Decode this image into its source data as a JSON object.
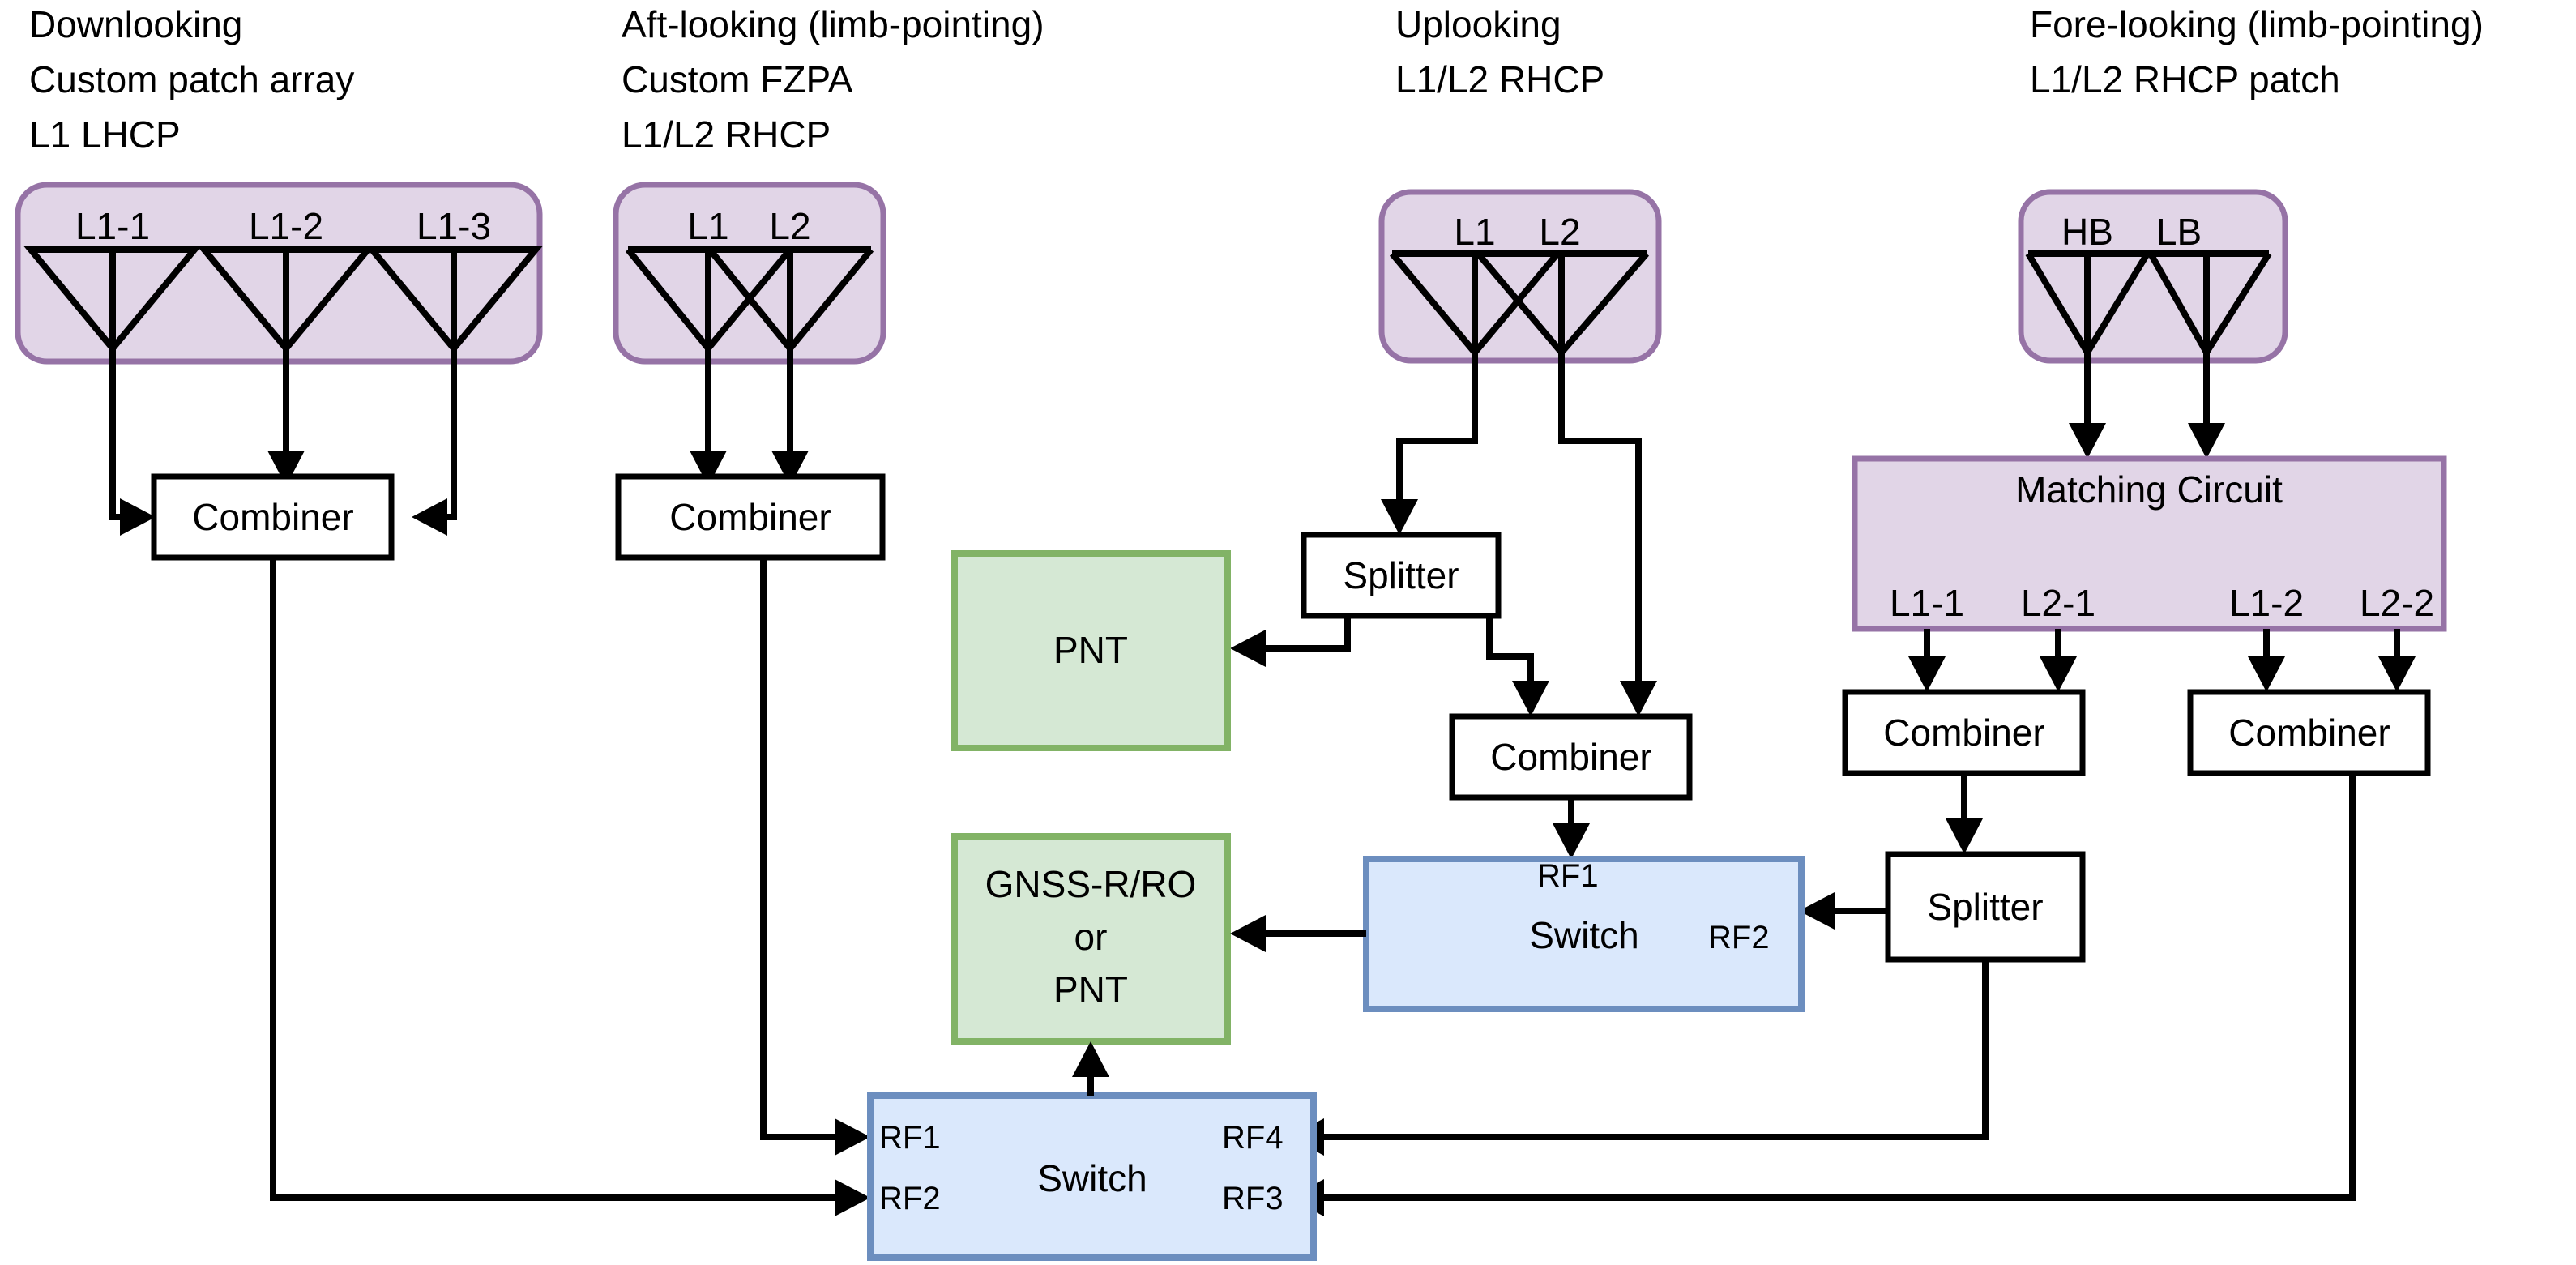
{
  "diagram": {
    "title": "GNSS multi-antenna RF front-end block diagram",
    "colors": {
      "antenna_group_fill": "#e1d5e7",
      "antenna_group_stroke": "#9673a6",
      "receiver_fill": "#d5e8d4",
      "receiver_stroke": "#82b366",
      "switch_fill": "#dae8fc",
      "switch_stroke": "#6c8ebf",
      "wire": "#000000",
      "background": "#ffffff"
    }
  },
  "groups": [
    {
      "id": "downlooking",
      "title_lines": [
        "Downlooking",
        "Custom patch array",
        "L1 LHCP"
      ],
      "antennas": [
        "L1-1",
        "L1-2",
        "L1-3"
      ]
    },
    {
      "id": "aft-looking",
      "title_lines": [
        "Aft-looking (limb-pointing)",
        "Custom FZPA",
        "L1/L2 RHCP"
      ],
      "antennas": [
        "L1",
        "L2"
      ]
    },
    {
      "id": "uplooking",
      "title_lines": [
        "Uplooking",
        "L1/L2 RHCP"
      ],
      "antennas": [
        "L1",
        "L2"
      ]
    },
    {
      "id": "fore-looking",
      "title_lines": [
        "Fore-looking (limb-pointing)",
        "L1/L2 RHCP patch"
      ],
      "antennas": [
        "HB",
        "LB"
      ]
    }
  ],
  "blocks": {
    "combiner_downlooking": {
      "label": "Combiner"
    },
    "combiner_aft": {
      "label": "Combiner"
    },
    "splitter_uplooking": {
      "label": "Splitter"
    },
    "combiner_uplooking": {
      "label": "Combiner"
    },
    "matching_circuit": {
      "label": "Matching Circuit",
      "ports": [
        "L1-1",
        "L2-1",
        "L1-2",
        "L2-2"
      ]
    },
    "combiner_fore_left": {
      "label": "Combiner"
    },
    "combiner_fore_right": {
      "label": "Combiner"
    },
    "splitter_fore": {
      "label": "Splitter"
    },
    "receiver_pnt": {
      "label": "PNT"
    },
    "receiver_gnss": {
      "lines": [
        "GNSS-R/RO",
        "or",
        "PNT"
      ]
    },
    "switch_upper": {
      "label": "Switch",
      "ports": {
        "rf1": "RF1",
        "rf2": "RF2"
      }
    },
    "switch_lower": {
      "label": "Switch",
      "ports": {
        "rf1": "RF1",
        "rf2": "RF2",
        "rf3": "RF3",
        "rf4": "RF4"
      }
    }
  }
}
